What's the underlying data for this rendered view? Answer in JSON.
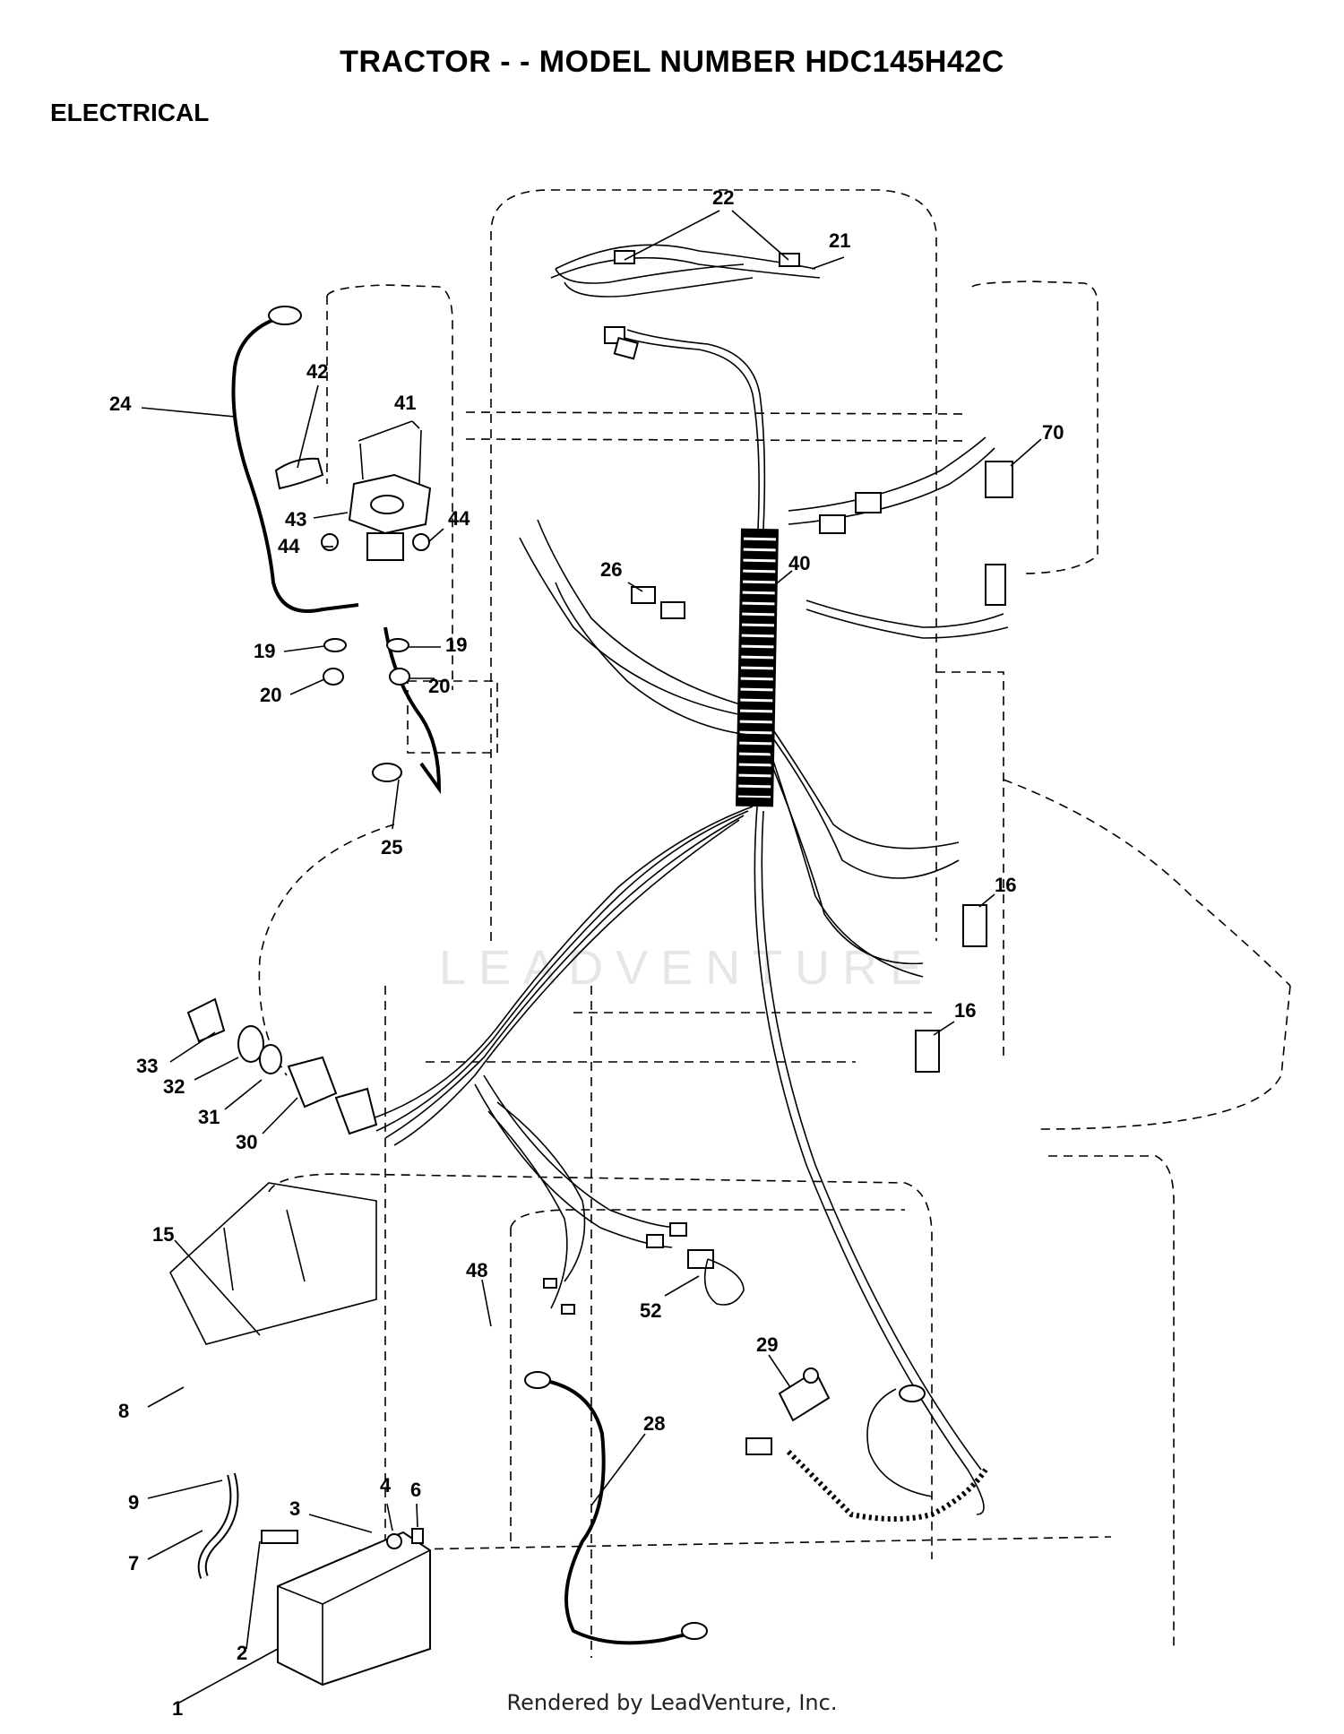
{
  "header": {
    "title": "TRACTOR - - MODEL NUMBER HDC145H42C",
    "section": "ELECTRICAL"
  },
  "watermark": "LEADVENTURE",
  "footer": "Rendered by LeadVenture, Inc.",
  "callouts": {
    "c1": "1",
    "c2": "2",
    "c3": "3",
    "c4": "4",
    "c6": "6",
    "c7": "7",
    "c8": "8",
    "c9": "9",
    "c15": "15",
    "c16a": "16",
    "c16b": "16",
    "c19a": "19",
    "c19b": "19",
    "c20a": "20",
    "c20b": "20",
    "c21": "21",
    "c22": "22",
    "c24": "24",
    "c25": "25",
    "c26": "26",
    "c28": "28",
    "c29": "29",
    "c30": "30",
    "c31": "31",
    "c32": "32",
    "c33": "33",
    "c40": "40",
    "c41": "41",
    "c42": "42",
    "c43": "43",
    "c44a": "44",
    "c44b": "44",
    "c48": "48",
    "c52": "52",
    "c70": "70"
  }
}
